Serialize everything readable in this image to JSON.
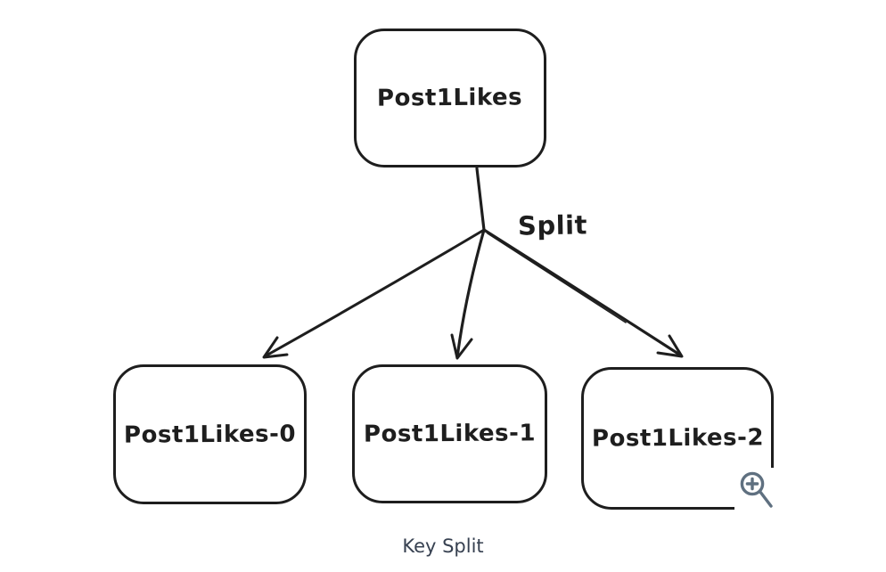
{
  "diagram": {
    "root": {
      "label": "Post1Likes"
    },
    "edge_label": "Split",
    "children": [
      {
        "label": "Post1Likes-0"
      },
      {
        "label": "Post1Likes-1"
      },
      {
        "label": "Post1Likes-2"
      }
    ],
    "caption": "Key Split"
  },
  "icons": {
    "zoom": "magnifier-plus-icon"
  },
  "colors": {
    "background": "#ffffff",
    "node_stroke": "#1e1e1e",
    "edge_stroke": "#1e1e1e",
    "caption_text": "#374151",
    "zoom_icon": "#5f7080"
  }
}
